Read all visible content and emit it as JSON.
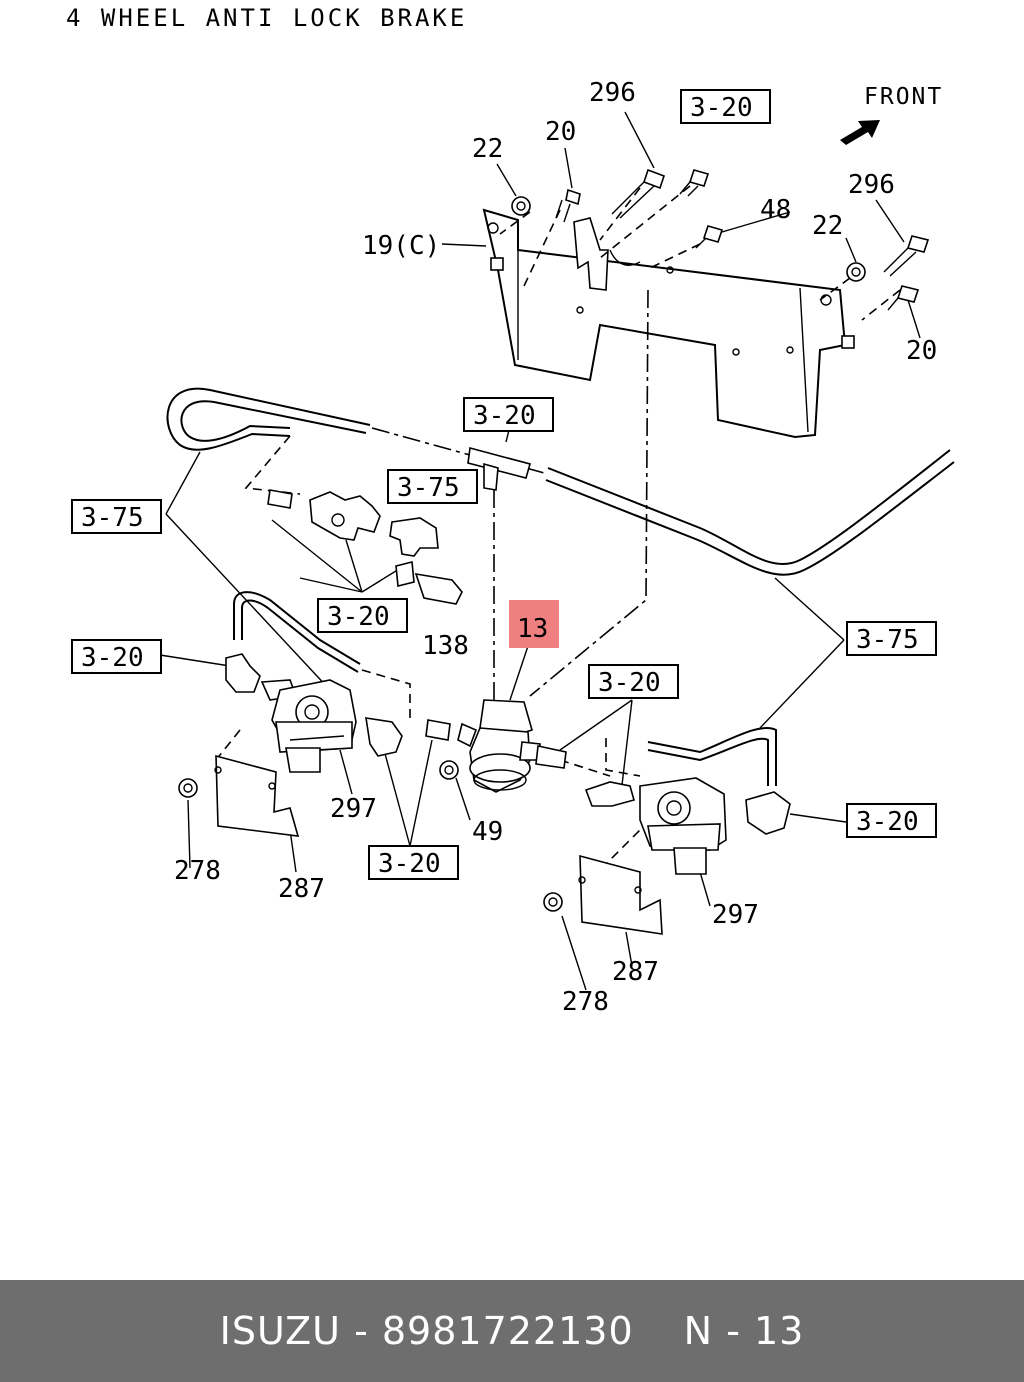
{
  "title": "4 WHEEL ANTI LOCK BRAKE",
  "front_label": "FRONT",
  "highlight_color": "#f08080",
  "callouts": {
    "c296a": "296",
    "c20a": "20",
    "c22a": "22",
    "c19c": "19(C)",
    "c48": "48",
    "c296b": "296",
    "c22b": "22",
    "c20b": "20",
    "c13": "13",
    "c138": "138",
    "c49": "49",
    "c297a": "297",
    "c278a": "278",
    "c287a": "287",
    "c297b": "297",
    "c287b": "287",
    "c278b": "278"
  },
  "refs": {
    "r1": "3-20",
    "r2": "3-20",
    "r3": "3-75",
    "r4": "3-75",
    "r5": "3-20",
    "r6": "3-20",
    "r7": "3-20",
    "r8": "3-75",
    "r9": "3-20",
    "r10": "3-20"
  },
  "footer": {
    "brand": "ISUZU",
    "sep": "-",
    "part_number": "8981722130",
    "ref_letter": "N",
    "ref_number": "13"
  }
}
